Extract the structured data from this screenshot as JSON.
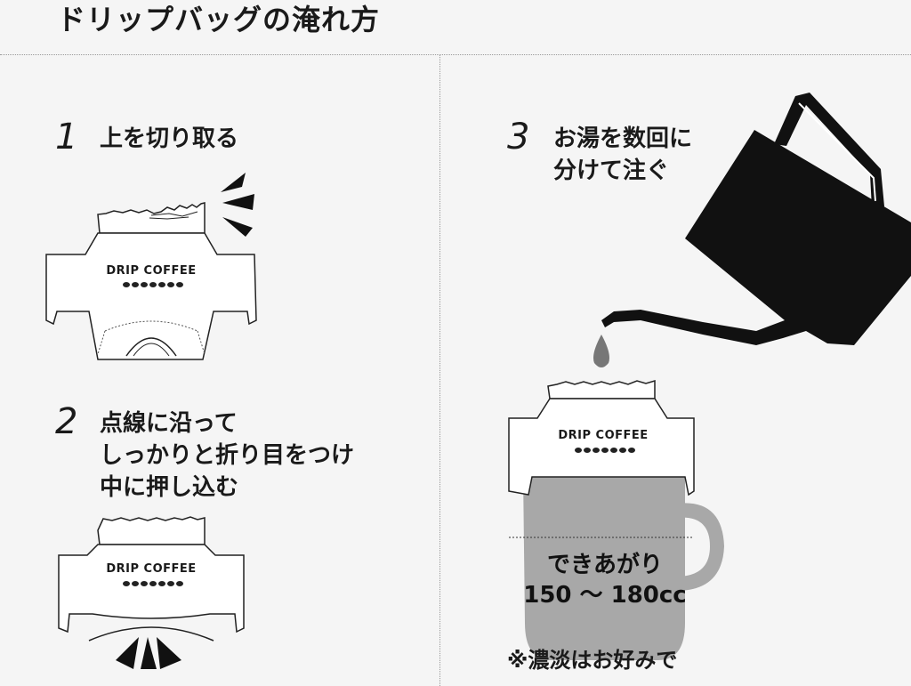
{
  "title": "ドリップバッグの淹れ方",
  "steps": [
    {
      "number": "1",
      "text": "上を切り取る"
    },
    {
      "number": "2",
      "text": "点線に沿って\nしっかりと折り目をつけ\n中に押し込む"
    },
    {
      "number": "3",
      "text": "お湯を数回に\n分けて注ぐ"
    }
  ],
  "bag_label": "DRIP COFFEE",
  "mug": {
    "line1": "できあがり",
    "line2": "150 〜 180cc"
  },
  "note": "※濃淡はお好みで",
  "icons": [
    "scissor-cut-marks",
    "push-arrows",
    "kettle",
    "water-drop",
    "coffee-beans",
    "mug"
  ],
  "colors": {
    "background": "#f5f5f5",
    "ink": "#111111",
    "mug": "#a8a8a8"
  }
}
